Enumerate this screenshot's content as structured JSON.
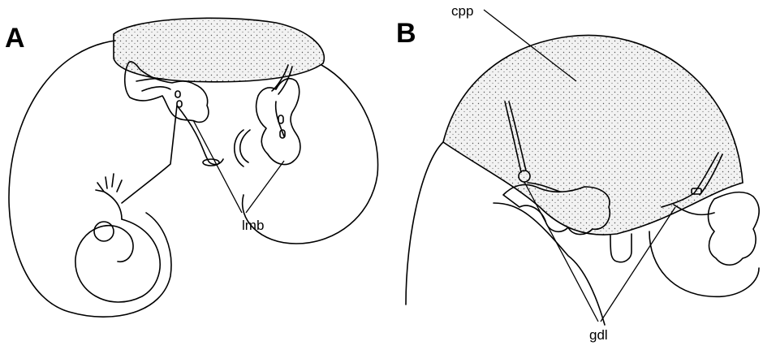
{
  "panels": [
    {
      "letter": "A",
      "labels": [
        "lmb"
      ]
    },
    {
      "letter": "B",
      "labels": [
        "cpp",
        "gdl"
      ]
    }
  ]
}
